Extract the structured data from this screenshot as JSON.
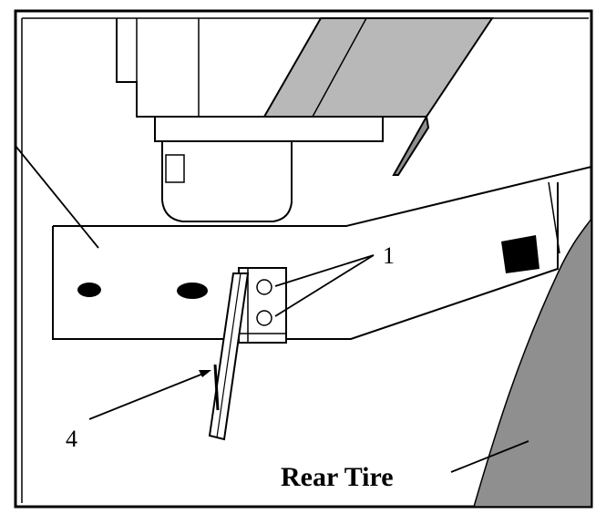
{
  "labels": {
    "part_1": "1",
    "part_4": "4",
    "rear_tire": "Rear Tire"
  },
  "colors": {
    "line": "#000000",
    "background": "#ffffff",
    "panel_gray": "#b8b8b8",
    "tire_gray": "#8f8f8f"
  }
}
